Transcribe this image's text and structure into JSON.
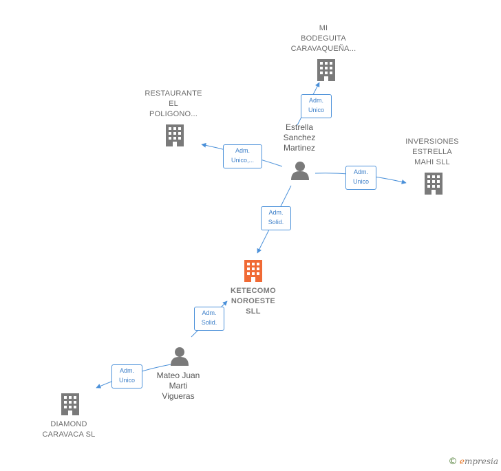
{
  "colors": {
    "edge": "#4a90d9",
    "building": "#7a7a7a",
    "building_center": "#f06a35",
    "person": "#7a7a7a"
  },
  "companies": {
    "mi_bodeguita": [
      "MI",
      "BODEGUITA",
      "CARAVAQUEÑA..."
    ],
    "restaurante": [
      "RESTAURANTE",
      "EL",
      "POLIGONO..."
    ],
    "inversiones": [
      "INVERSIONES",
      "ESTRELLA",
      "MAHI  SLL"
    ],
    "ketecomo": [
      "KETECOMO",
      "NOROESTE",
      "SLL"
    ],
    "diamond": [
      "DIAMOND",
      "CARAVACA  SL"
    ]
  },
  "people": {
    "estrella": [
      "Estrella",
      "Sanchez",
      "Martinez"
    ],
    "mateo": [
      "Mateo Juan",
      "Marti",
      "Vigueras"
    ]
  },
  "edges": {
    "to_mi_bodeguita": [
      "Adm.",
      "Unico"
    ],
    "to_restaurante": [
      "Adm.",
      "Unico,..."
    ],
    "to_inversiones": [
      "Adm.",
      "Unico"
    ],
    "to_ketecomo_from_estrella": [
      "Adm.",
      "Solid."
    ],
    "to_ketecomo_from_mateo": [
      "Adm.",
      "Solid."
    ],
    "to_diamond": [
      "Adm.",
      "Unico"
    ]
  },
  "footer": {
    "copyright_symbol": "©",
    "brand_initial": "e",
    "brand_rest": "mpresia"
  }
}
